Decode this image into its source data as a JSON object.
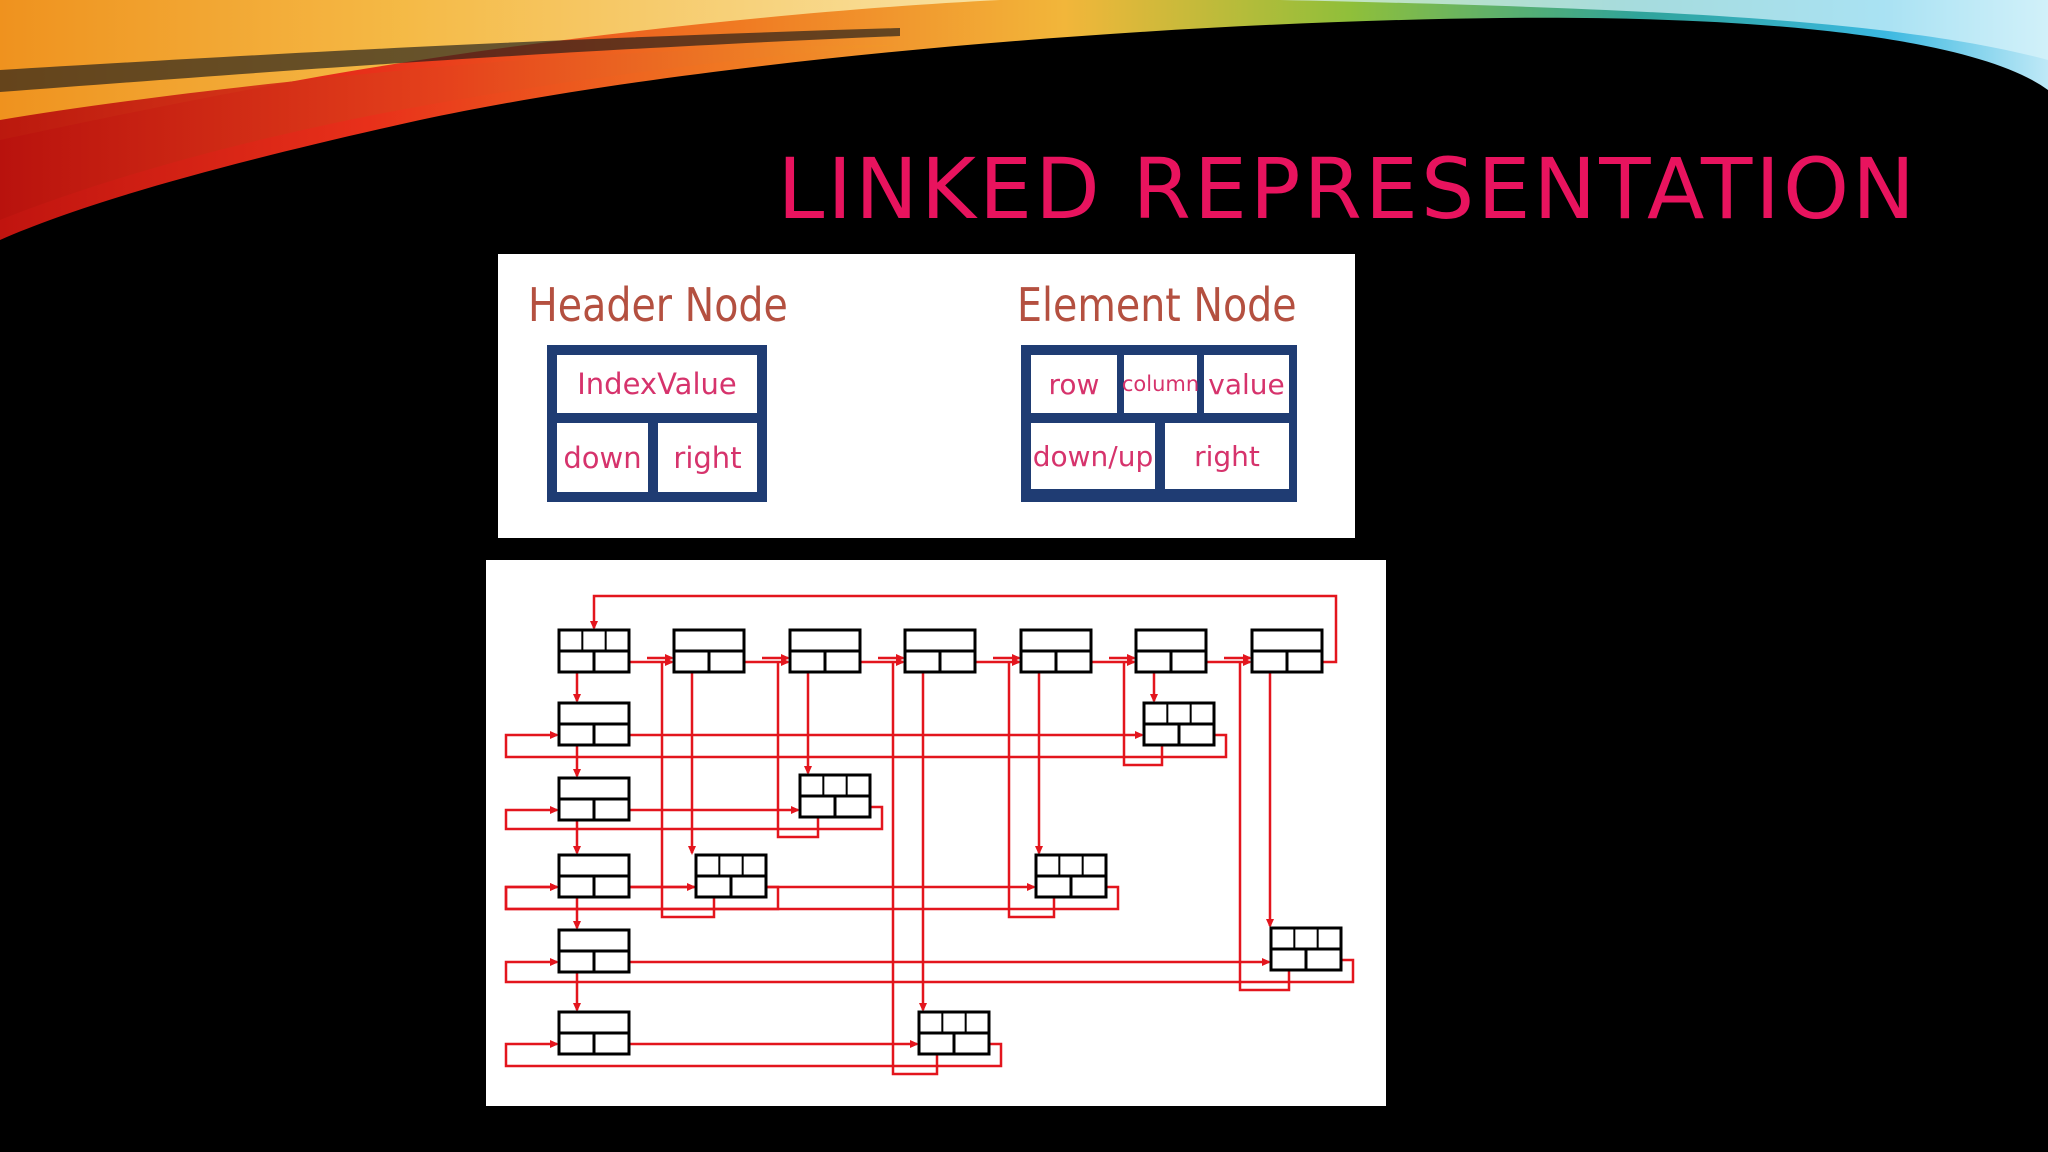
{
  "slide": {
    "title": "LINKED REPRESENTATION"
  },
  "legend": {
    "header_node": {
      "title": "Header Node",
      "fields": [
        "IndexValue",
        "down",
        "right"
      ]
    },
    "element_node": {
      "title": "Element Node",
      "fields": [
        "row",
        "column",
        "value",
        "down/up",
        "right"
      ]
    }
  },
  "diagram": {
    "colors": {
      "arrow": "#e3151d",
      "node_border": "#000000"
    },
    "header_nodes": {
      "master": {
        "row": 0,
        "col": 0
      },
      "columns": [
        1,
        2,
        3,
        4,
        5,
        6
      ],
      "rows": [
        1,
        2,
        3,
        4,
        5
      ]
    },
    "element_nodes": [
      {
        "row": 1,
        "col": 5
      },
      {
        "row": 2,
        "col": 2
      },
      {
        "row": 3,
        "col": 1
      },
      {
        "row": 3,
        "col": 4
      },
      {
        "row": 4,
        "col": 6
      },
      {
        "row": 5,
        "col": 3
      }
    ]
  }
}
